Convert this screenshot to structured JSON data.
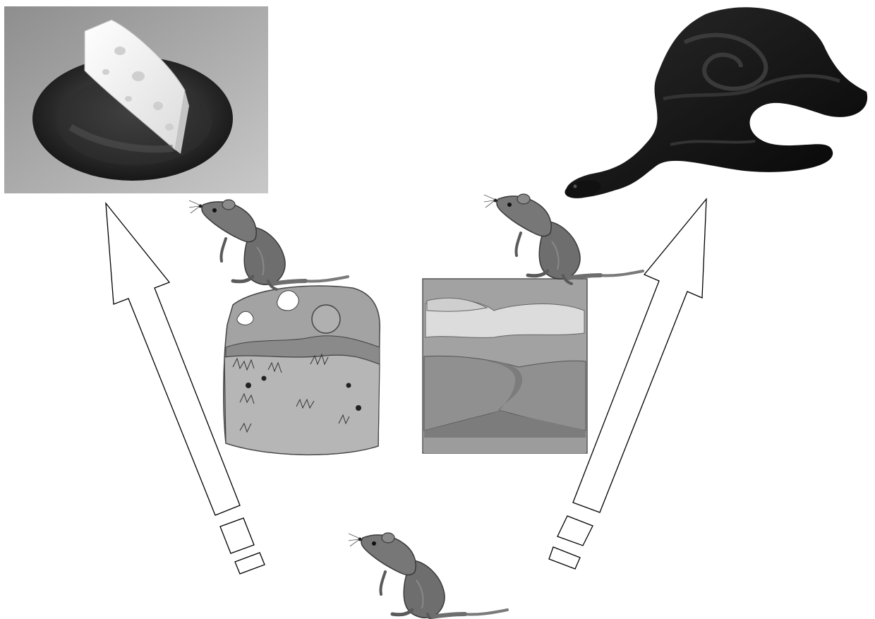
{
  "scene": {
    "items": [
      {
        "name": "cheese-photo",
        "role": "reward stimulus"
      },
      {
        "name": "snake-photo",
        "role": "threat stimulus"
      },
      {
        "name": "grassland-landscape",
        "role": "context A"
      },
      {
        "name": "river-landscape",
        "role": "context B"
      },
      {
        "name": "rat-figure",
        "count": 3
      }
    ],
    "arrows": [
      {
        "name": "arrow-to-cheese",
        "direction": "up-left"
      },
      {
        "name": "arrow-to-snake",
        "direction": "up-right"
      }
    ]
  },
  "colors": {
    "background": "#ffffff",
    "arrow_stroke": "#000000",
    "rat_fur": "#6d6d6d",
    "snake": "#0d0d0d"
  }
}
